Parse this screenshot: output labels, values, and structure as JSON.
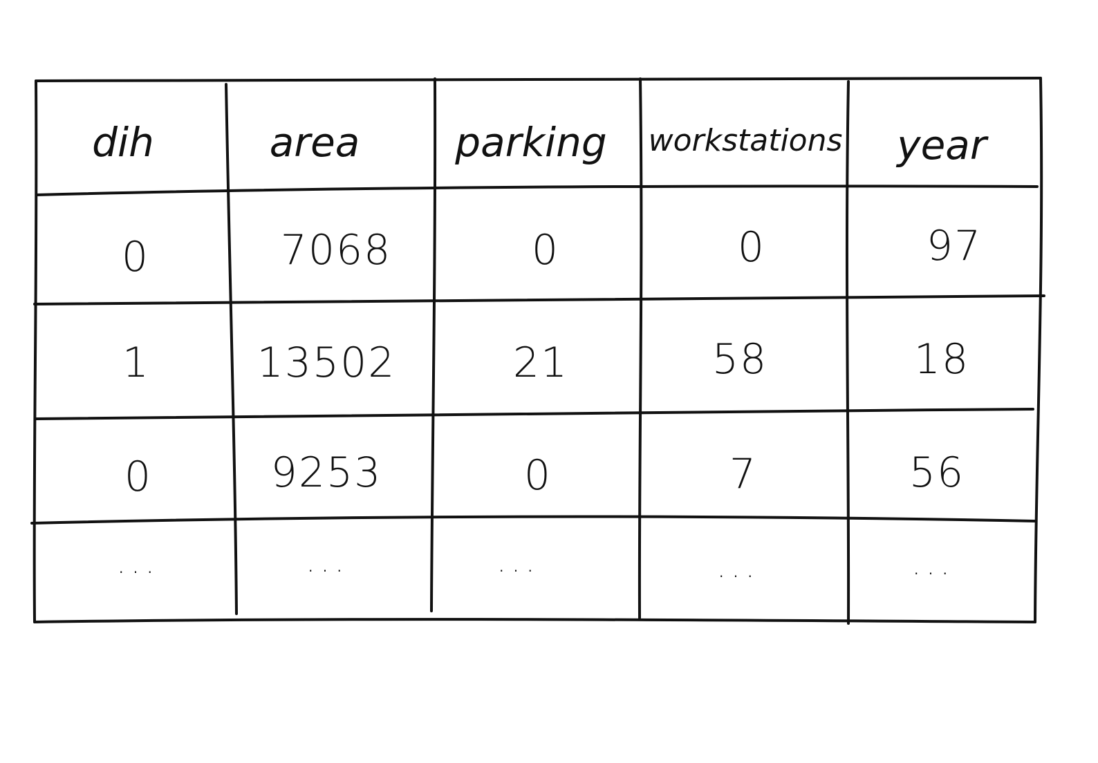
{
  "table": {
    "headers": [
      "dih",
      "area",
      "parking",
      "workstations",
      "year"
    ],
    "rows": [
      [
        "0",
        "7068",
        "0",
        "0",
        "97"
      ],
      [
        "1",
        "13502",
        "21",
        "58",
        "18"
      ],
      [
        "0",
        "9253",
        "0",
        "7",
        "56"
      ],
      [
        "...",
        "...",
        "...",
        "...",
        "..."
      ]
    ]
  }
}
